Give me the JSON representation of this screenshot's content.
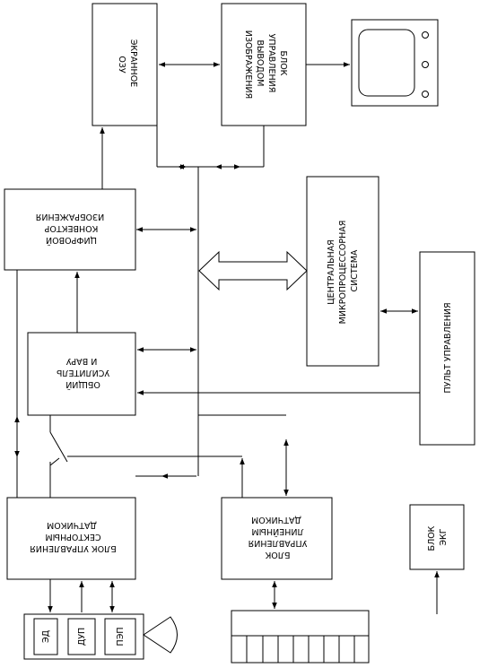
{
  "blocks": {
    "screen_ram": [
      "ЭКРАННОЕ",
      "ОЗУ"
    ],
    "display_control": [
      "БЛОК",
      "УПРАВЛЕНИЯ",
      "ВЫВОДОМ",
      "ИЗОБРАЖЕНИЯ"
    ],
    "digital_converter": [
      "ЦИФРОВОЙ",
      "КОНВЕКТОР",
      "ИЗОБРАЖЕНИЯ"
    ],
    "cpu": [
      "ЦЕНТРАЛЬНАЯ",
      "МИКРОПРОЦЕССОРНАЯ",
      "СИСТЕМА"
    ],
    "control_panel": [
      "ПУЛЬТ  УПРАВЛЕНИЯ"
    ],
    "amplifier": [
      "ОБЩИЙ",
      "УСИЛИТЕЛЬ",
      "И  ВАРУ"
    ],
    "sector_control": [
      "БЛОК УПРАВЛЕНИЯ",
      "СЕКТОРНЫМ",
      "ДАТЧИКОМ"
    ],
    "linear_control": [
      "БЛОК",
      "УПРАВЛЕНИЯ",
      "ЛИНЕЙНЫМ",
      "ДАТЧИКОМ"
    ],
    "ecg": [
      "БЛОК",
      "ЭКГ"
    ]
  },
  "probe": {
    "labels": [
      "ЭД",
      "ДУП",
      "ПЭП"
    ]
  }
}
